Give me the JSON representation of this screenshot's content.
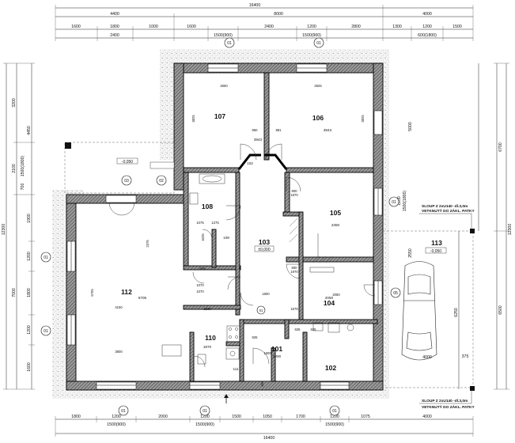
{
  "dims_top_total": "16400",
  "dims_top_main": [
    "4400",
    "8000",
    "4000"
  ],
  "dims_top_sub": [
    "1600",
    "1800",
    "1000",
    "1600",
    "2400",
    "1200",
    "2800",
    "1300",
    "1200",
    "1500"
  ],
  "dims_top_win": [
    "2400",
    "1500(900)",
    "1500(900)",
    "600(1800)"
  ],
  "dims_bottom_total": "16400",
  "dims_bottom_row": [
    "1800",
    "1200",
    "2000",
    "1200",
    "1500",
    "1050",
    "1700",
    "1200",
    "1075"
  ],
  "dims_bottom_win": [
    "1500(900)",
    "1500(900)",
    "1500(900)"
  ],
  "dims_bottom_right": "4000",
  "dims_left_total": "12300",
  "dims_left_a": [
    "3200",
    "2100",
    "7000"
  ],
  "dims_left_b": [
    "4450",
    "1900",
    "1200",
    "1800",
    "1200",
    "1600"
  ],
  "dims_left_c": [
    "700",
    "1500(1800)"
  ],
  "dims_right_total": "12300",
  "dims_right_a": [
    "6700",
    "6500"
  ],
  "dims_right_b": [
    "5000",
    "2550"
  ],
  "dims_right_c": [
    "1200",
    "1500(1800)"
  ],
  "dims_right_car": [
    "6250",
    "375",
    "4000"
  ],
  "rooms": [
    {
      "num": "107",
      "area": "3943"
    },
    {
      "num": "106",
      "area": "3943"
    },
    {
      "num": "108",
      "area": ""
    },
    {
      "num": "105",
      "area": "2350"
    },
    {
      "num": "103",
      "area": "±0,000"
    },
    {
      "num": "104",
      "area": "2050"
    },
    {
      "num": "112",
      "area": "6705"
    },
    {
      "num": "110",
      "area": "1870"
    },
    {
      "num": "101",
      "area": "2200"
    },
    {
      "num": "102",
      "area": ""
    },
    {
      "num": "111",
      "area": ""
    },
    {
      "num": "102",
      "area": ""
    },
    {
      "num": "109",
      "area": ""
    },
    {
      "num": "113",
      "area": "-0,050"
    }
  ],
  "terrace_level": "-0,050",
  "tags": [
    "01",
    "01",
    "01",
    "01",
    "01",
    "01",
    "01",
    "01",
    "02",
    "03",
    "05",
    "01"
  ],
  "note_top": [
    "SLOUP Z 2xU140 -dl.3,0m",
    "VETKNUTÝ DO ZÁKL. PATKY"
  ],
  "note_bottom": [
    "SLOUP Z 2xU140 -dl.3,0m",
    "VETKNUTÝ DO ZÁKL. PATKY"
  ],
  "inner_dims": [
    "2650",
    "2825",
    "3825",
    "3825",
    "850",
    "881",
    "1075",
    "1070",
    "1275",
    "1575",
    "625",
    "800",
    "800",
    "1970",
    "1970",
    "1800",
    "625",
    "2050",
    "1600",
    "3800",
    "4150",
    "6705",
    "2375",
    "1070",
    "825",
    "800",
    "1600",
    "4025",
    "625"
  ]
}
